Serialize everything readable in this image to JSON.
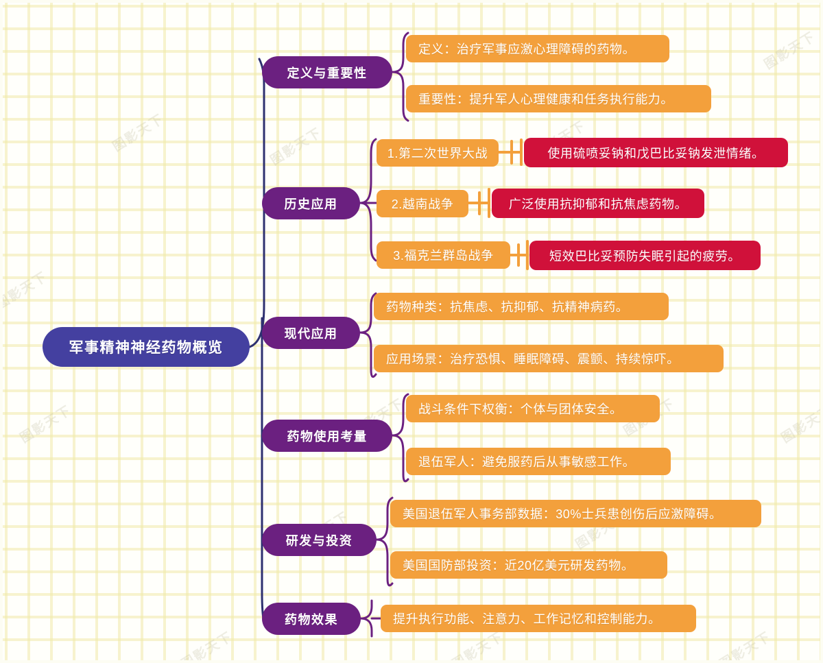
{
  "meta": {
    "watermark_text": "图影天下"
  },
  "colors": {
    "root": "#4440a0",
    "level1": "#6b2080",
    "level2": "#f3a03c",
    "level3": "#d0113a",
    "trunk_line": "#2e3070",
    "branch_line": "#6b2080",
    "sub_line": "#f3a03c",
    "background": "#fffffb",
    "grid": "#f0e9aa"
  },
  "root": {
    "label": "军事精神神经药物概览"
  },
  "branches": [
    {
      "id": "definition",
      "label": "定义与重要性",
      "children": [
        {
          "label": "定义：治疗军事应激心理障碍的药物。"
        },
        {
          "label": "重要性：提升军人心理健康和任务执行能力。"
        }
      ]
    },
    {
      "id": "history",
      "label": "历史应用",
      "children": [
        {
          "label": "1.第二次世界大战",
          "detail": "使用硫喷妥钠和戊巴比妥钠发泄情绪。"
        },
        {
          "label": "2.越南战争",
          "detail": "广泛使用抗抑郁和抗焦虑药物。"
        },
        {
          "label": "3.福克兰群岛战争",
          "detail": "短效巴比妥预防失眠引起的疲劳。"
        }
      ]
    },
    {
      "id": "modern",
      "label": "现代应用",
      "children": [
        {
          "label": "药物种类：抗焦虑、抗抑郁、抗精神病药。"
        },
        {
          "label": "应用场景：治疗恐惧、睡眠障碍、震颤、持续惊吓。"
        }
      ]
    },
    {
      "id": "considerations",
      "label": "药物使用考量",
      "children": [
        {
          "label": "战斗条件下权衡：个体与团体安全。"
        },
        {
          "label": "退伍军人：避免服药后从事敏感工作。"
        }
      ]
    },
    {
      "id": "rnd",
      "label": "研发与投资",
      "children": [
        {
          "label": "美国退伍军人事务部数据：30%士兵患创伤后应激障碍。"
        },
        {
          "label": "美国国防部投资：近20亿美元研发药物。"
        }
      ]
    },
    {
      "id": "effects",
      "label": "药物效果",
      "children": [
        {
          "label": "提升执行功能、注意力、工作记忆和控制能力。"
        }
      ]
    }
  ]
}
